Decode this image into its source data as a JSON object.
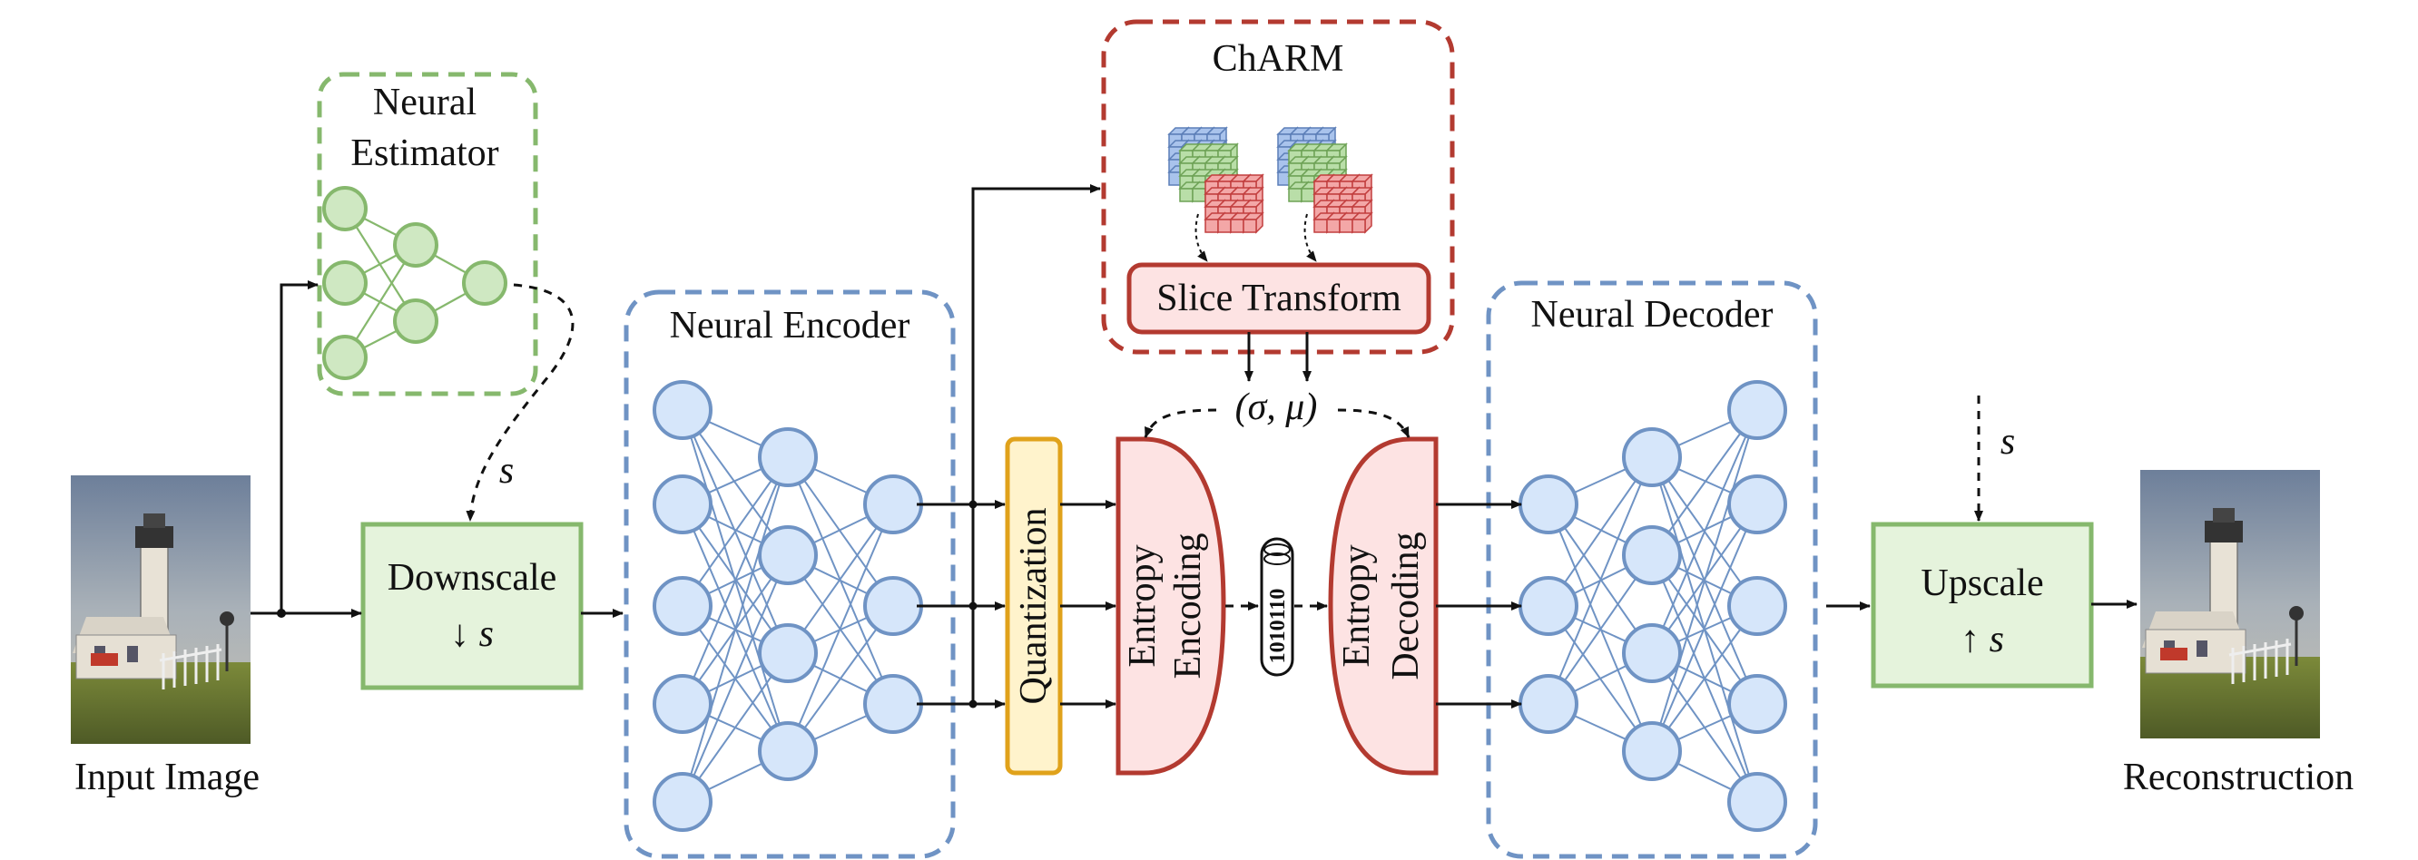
{
  "labels": {
    "neural_estimator_line1": "Neural",
    "neural_estimator_line2": "Estimator",
    "charm": "ChARM",
    "slice_transform": "Slice Transform",
    "neural_encoder": "Neural Encoder",
    "neural_decoder": "Neural Decoder",
    "downscale": "Downscale",
    "downscale_sym": "↓ s",
    "upscale": "Upscale",
    "upscale_sym": "↑ s",
    "quantization": "Quantization",
    "entropy_encoding_line1": "Entropy",
    "entropy_encoding_line2": "Encoding",
    "entropy_decoding_line1": "Entropy",
    "entropy_decoding_line2": "Decoding",
    "sigma_mu": "(σ, μ)",
    "bitstream": "1010110",
    "scale_s_left": "s",
    "scale_s_right": "s",
    "input_image": "Input Image",
    "reconstruction": "Reconstruction"
  },
  "colors": {
    "blue": "#6f93c4",
    "blue_fill": "#d6e6fa",
    "green": "#86b86d",
    "green_fill": "#cfe8c2",
    "red": "#b33a30",
    "red_fill": "#fde3e3",
    "orange": "#e0a21b",
    "orange_fill": "#fff3cc"
  }
}
